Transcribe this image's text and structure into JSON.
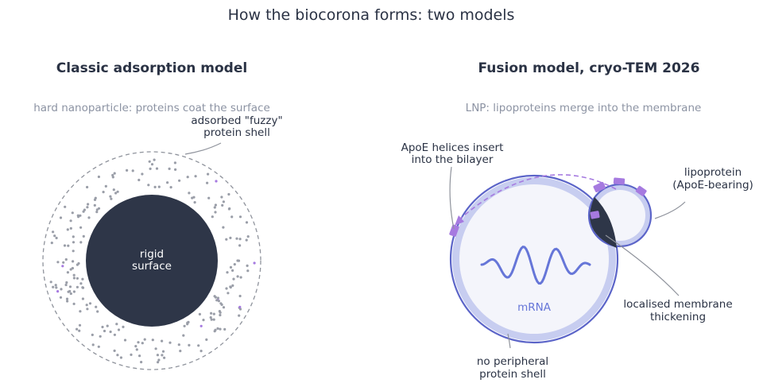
{
  "title": "How the biocorona forms: two models",
  "left_panel": {
    "heading": "Classic adsorption model",
    "subtitle": "hard nanoparticle: proteins coat the surface",
    "core_label": [
      "rigid",
      "surface"
    ],
    "shell_callout": [
      "adsorbed \"fuzzy\"",
      "protein shell"
    ]
  },
  "right_panel": {
    "heading": "Fusion model, cryo-TEM 2026",
    "subtitle": "LNP: lipoproteins merge into the membrane",
    "apoe_callout": [
      "ApoE helices insert",
      "into the bilayer"
    ],
    "lipoprotein_callout": [
      "lipoprotein",
      "(ApoE-bearing)"
    ],
    "mrna_label": "mRNA",
    "thickening_callout": [
      "localised membrane",
      "thickening"
    ],
    "no_shell_callout": [
      "no peripheral",
      "protein shell"
    ]
  },
  "colors": {
    "text": "#2a3244",
    "subtitle": "#8c93a3",
    "core": "#2e3648",
    "dots": "#9a9ea8",
    "lnp_outline": "#5b64c8",
    "lnp_ring": "#c7cdf0",
    "lnp_fill": "#f4f5fb",
    "apoe": "#a67ae0",
    "mrna": "#6676d8"
  }
}
